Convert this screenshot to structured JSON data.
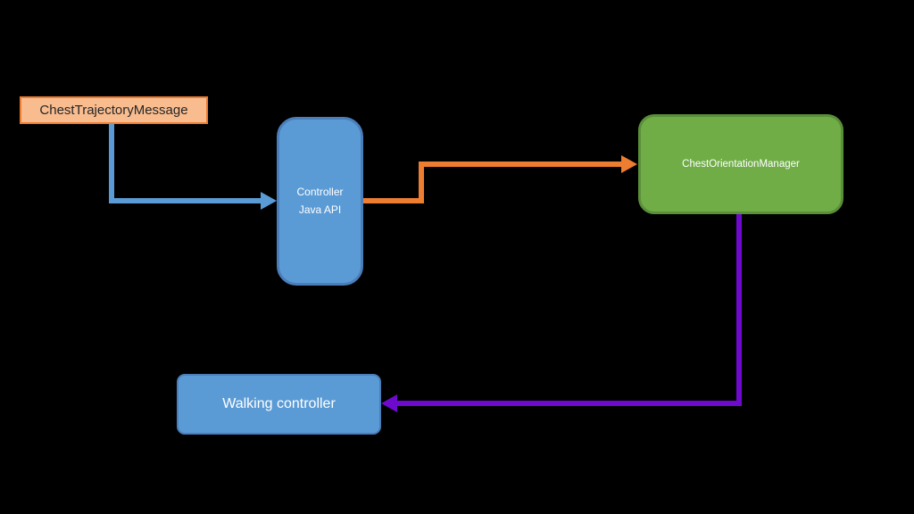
{
  "colors": {
    "background": "#000000",
    "node-blue": "#5B9BD5",
    "node-blue-border": "#4A7EBB",
    "node-green": "#70AD47",
    "node-green-border": "#5A8F39",
    "msg-fill": "#F8BC8F",
    "msg-border": "#ED7D31",
    "arrow-blue": "#5B9BD5",
    "arrow-orange": "#ED7D31",
    "arrow-purple": "#6E0ACD",
    "text-dark": "#262626",
    "text-light": "#FFFFFF"
  },
  "diagram": {
    "nodes": [
      {
        "id": "chest-trajectory-message",
        "label": "ChestTrajectoryMessage",
        "shape": "rectangle",
        "fill": "#F8BC8F",
        "border": "#ED7D31"
      },
      {
        "id": "controller-java-api",
        "label_line1": "Controller",
        "label_line2": "Java API",
        "shape": "rounded-rectangle",
        "fill": "#5B9BD5"
      },
      {
        "id": "chest-orientation-manager",
        "label": "ChestOrientationManager",
        "shape": "rounded-rectangle",
        "fill": "#70AD47"
      },
      {
        "id": "walking-controller",
        "label": "Walking controller",
        "shape": "rounded-rectangle",
        "fill": "#5B9BD5"
      }
    ],
    "edges": [
      {
        "id": "message-to-controller",
        "from": "chest-trajectory-message",
        "to": "controller-java-api",
        "color": "#5B9BD5",
        "style": "elbow",
        "arrowhead": "right"
      },
      {
        "id": "controller-to-manager",
        "from": "controller-java-api",
        "to": "chest-orientation-manager",
        "color": "#ED7D31",
        "style": "elbow",
        "arrowhead": "right"
      },
      {
        "id": "manager-to-walking-controller",
        "from": "chest-orientation-manager",
        "to": "walking-controller",
        "color": "#6E0ACD",
        "style": "elbow",
        "arrowhead": "left"
      }
    ]
  }
}
